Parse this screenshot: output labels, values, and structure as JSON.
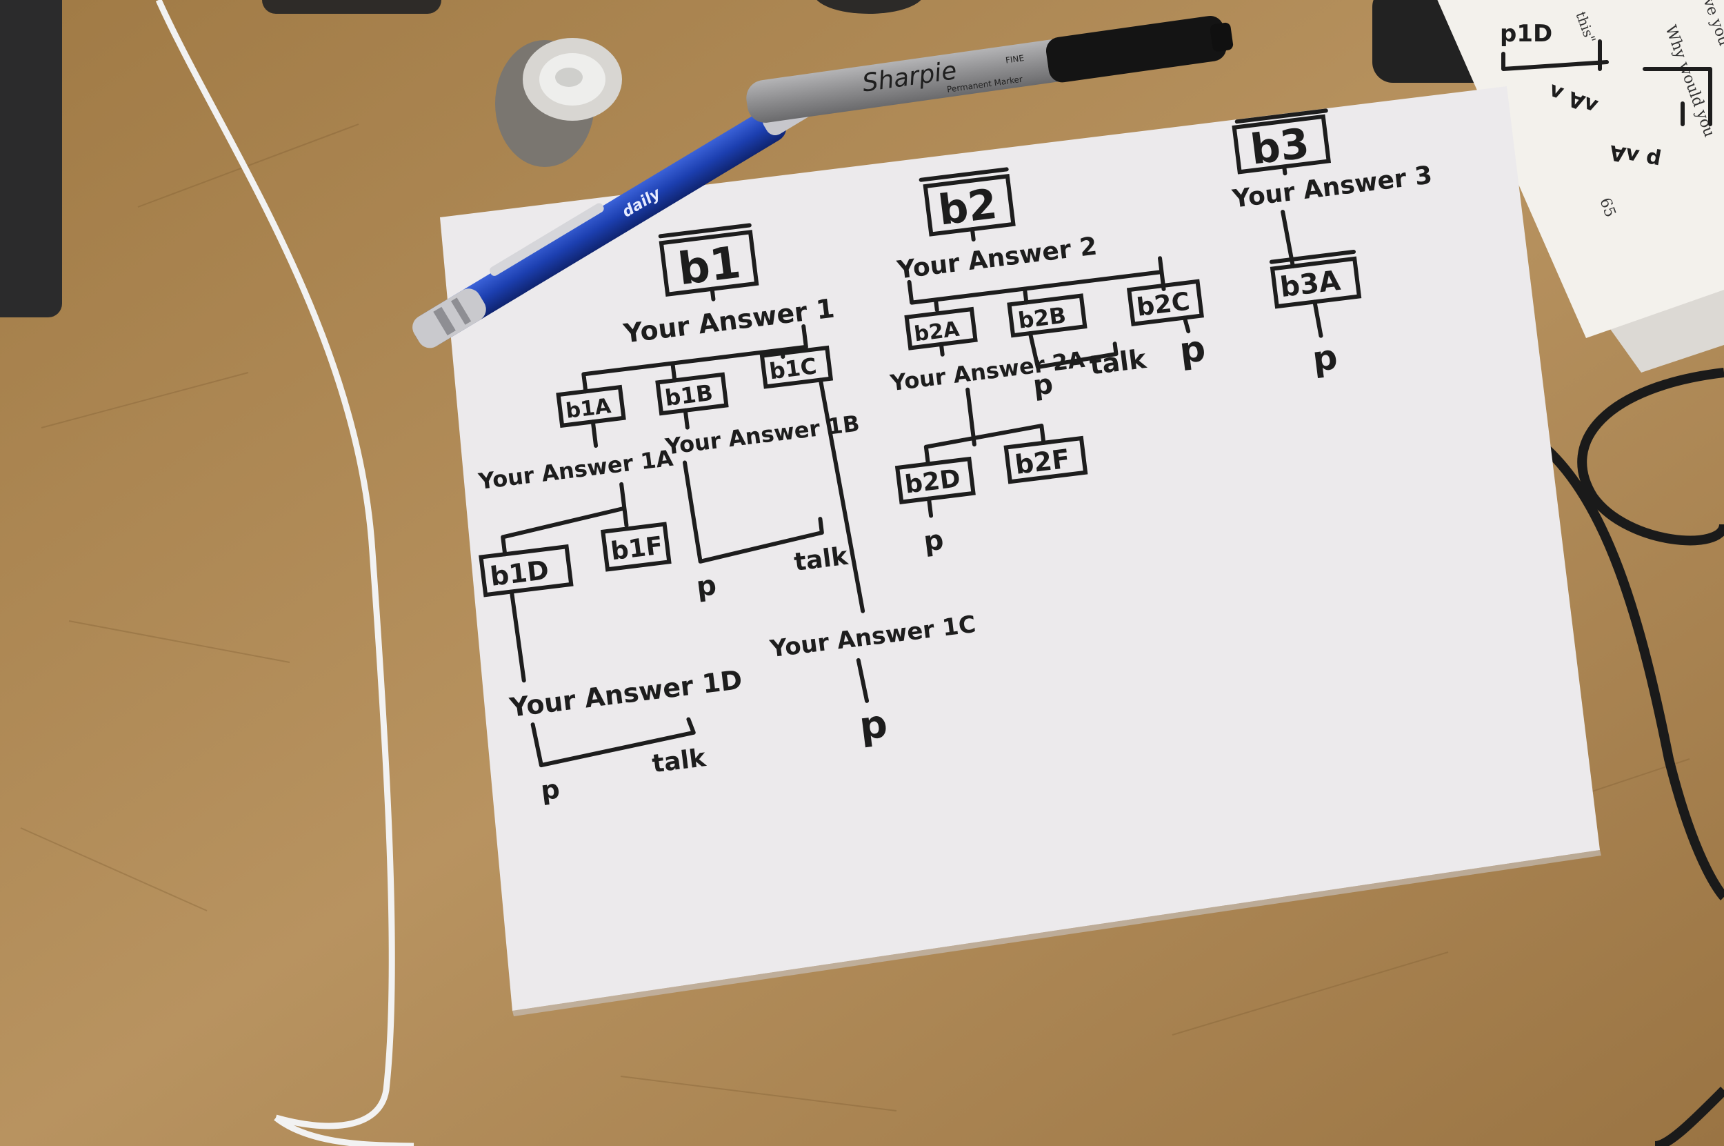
{
  "colors": {
    "desk": "#b08a52",
    "paper": "#eceaec",
    "ink": "#1d1d1d",
    "pen_blue": "#1c3fb0",
    "marker_gray": "#8e8e90",
    "cable_white": "#f2f2f2",
    "cable_black": "#1a1a1a"
  },
  "objects": {
    "pen_brand": "daily",
    "marker_brand": "Sharpie",
    "marker_small_1": "Permanent Marker",
    "marker_small_2": "FINE"
  },
  "book": {
    "fragments": [
      "this\"",
      "Why would you",
      "ve you",
      "65"
    ],
    "handwriting": [
      "p1D",
      "ӏ ӏ",
      "ʌA ʌ",
      "ӏ",
      "p ʌA"
    ]
  },
  "sketch": {
    "b1": {
      "label": "b1",
      "answer": "Your Answer 1",
      "b1A": {
        "label": "b1A",
        "answer": "Your Answer 1A"
      },
      "b1B": {
        "label": "b1B",
        "answer": "Your Answer 1B",
        "p": "p",
        "talk": "talk"
      },
      "b1C": {
        "label": "b1C",
        "answer": "Your Answer 1C",
        "p": "p"
      },
      "b1D": {
        "label": "b1D",
        "answer": "Your Answer 1D",
        "p": "p",
        "talk": "talk"
      },
      "b1F": {
        "label": "b1F"
      }
    },
    "b2": {
      "label": "b2",
      "answer": "Your Answer 2",
      "b2A": {
        "label": "b2A",
        "answer": "Your Answer 2A"
      },
      "b2B": {
        "label": "b2B",
        "p": "p",
        "talk": "talk"
      },
      "b2C": {
        "label": "b2C",
        "p": "p"
      },
      "b2D": {
        "label": "b2D",
        "p": "p"
      },
      "b2F": {
        "label": "b2F"
      }
    },
    "b3": {
      "label": "b3",
      "answer": "Your Answer 3",
      "b3A": {
        "label": "b3A",
        "p": "p"
      }
    }
  }
}
